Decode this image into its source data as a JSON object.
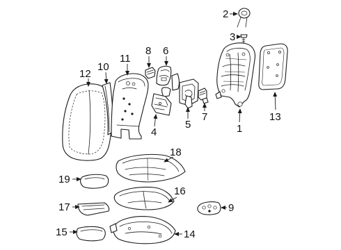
{
  "callouts": [
    {
      "id": "1",
      "label": "1"
    },
    {
      "id": "2",
      "label": "2"
    },
    {
      "id": "3",
      "label": "3"
    },
    {
      "id": "4",
      "label": "4"
    },
    {
      "id": "5",
      "label": "5"
    },
    {
      "id": "6",
      "label": "6"
    },
    {
      "id": "7",
      "label": "7"
    },
    {
      "id": "8",
      "label": "8"
    },
    {
      "id": "9",
      "label": "9"
    },
    {
      "id": "10",
      "label": "10"
    },
    {
      "id": "11",
      "label": "11"
    },
    {
      "id": "12",
      "label": "12"
    },
    {
      "id": "13",
      "label": "13"
    },
    {
      "id": "14",
      "label": "14"
    },
    {
      "id": "15",
      "label": "15"
    },
    {
      "id": "16",
      "label": "16"
    },
    {
      "id": "17",
      "label": "17"
    },
    {
      "id": "18",
      "label": "18"
    },
    {
      "id": "19",
      "label": "19"
    }
  ],
  "colors": {
    "line": "#1a1a1a",
    "background": "#ffffff"
  }
}
